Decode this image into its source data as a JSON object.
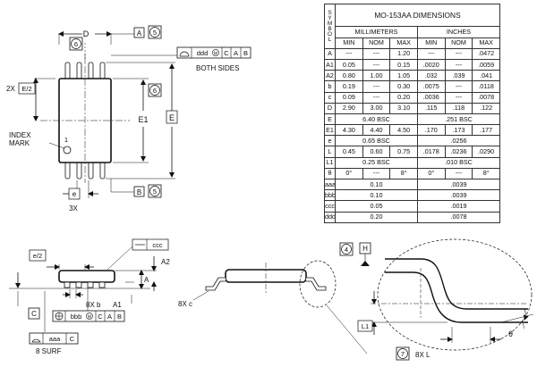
{
  "table": {
    "symbol_header": "SYMBOL",
    "title": "MO-153AA DIMENSIONS",
    "group_mm": "MILLIMETERS",
    "group_in": "INCHES",
    "sub_headers": [
      "MIN",
      "NOM",
      "MAX",
      "MIN",
      "NOM",
      "MAX"
    ],
    "rows": [
      {
        "sym": "A",
        "mm": [
          "---",
          "---",
          "1.20"
        ],
        "in": [
          "---",
          "---",
          ".0472"
        ]
      },
      {
        "sym": "A1",
        "mm": [
          "0.05",
          "---",
          "0.15"
        ],
        "in": [
          ".0020",
          "---",
          ".0059"
        ]
      },
      {
        "sym": "A2",
        "mm": [
          "0.80",
          "1.00",
          "1.05"
        ],
        "in": [
          ".032",
          ".039",
          ".041"
        ]
      },
      {
        "sym": "b",
        "mm": [
          "0.19",
          "---",
          "0.30"
        ],
        "in": [
          ".0075",
          "---",
          ".0118"
        ]
      },
      {
        "sym": "c",
        "mm": [
          "0.09",
          "---",
          "0.20"
        ],
        "in": [
          ".0036",
          "---",
          ".0078"
        ]
      },
      {
        "sym": "D",
        "mm": [
          "2.90",
          "3.00",
          "3.10"
        ],
        "in": [
          ".115",
          ".118",
          ".122"
        ]
      },
      {
        "sym": "E",
        "mm_span": "6.40 BSC",
        "in_span": ".251 BSC"
      },
      {
        "sym": "E1",
        "mm": [
          "4.30",
          "4.40",
          "4.50"
        ],
        "in": [
          ".170",
          ".173",
          ".177"
        ]
      },
      {
        "sym": "e",
        "mm_span": "0.65 BSC",
        "in_span": ".0256"
      },
      {
        "sym": "L",
        "mm": [
          "0.45",
          "0.60",
          "0.75"
        ],
        "in": [
          ".0178",
          ".0236",
          ".0290"
        ]
      },
      {
        "sym": "L1",
        "mm_span": "0.25 BSC",
        "in_span": ".010 BSC"
      },
      {
        "sym": "θ",
        "mm": [
          "0°",
          "---",
          "8°"
        ],
        "in": [
          "0°",
          "---",
          "8°"
        ]
      },
      {
        "sym": "aaa",
        "mm_span": "0.10",
        "in_span": ".0039"
      },
      {
        "sym": "bbb",
        "mm_span": "0.10",
        "in_span": ".0039"
      },
      {
        "sym": "ccc",
        "mm_span": "0.05",
        "in_span": ".0019"
      },
      {
        "sym": "ddd",
        "mm_span": "0.20",
        "in_span": ".0078"
      }
    ]
  },
  "top_view": {
    "dim_D": "D",
    "datum_A": "A",
    "note_5a": "5",
    "note_6a": "6",
    "ddd_frame": [
      "ddd",
      "M",
      "C",
      "A",
      "B"
    ],
    "both_sides": "BOTH SIDES",
    "dim_2x": "2X",
    "dim_E2": "E/2",
    "note_6b": "6",
    "dim_E1": "E1",
    "dim_E": "E",
    "index_mark": "INDEX MARK",
    "pin1": "1",
    "dim_e": "e",
    "dim_3x": "3X",
    "datum_B": "B",
    "note_5b": "5"
  },
  "side_view": {
    "dim_e2": "e/2",
    "ccc": "ccc",
    "dim_A2": "A2",
    "dim_A": "A",
    "dim_8xb": "8X b",
    "dim_A1": "A1",
    "datum_C": "C",
    "bbb_frame": [
      "bbb",
      "M",
      "C",
      "A",
      "B"
    ],
    "aaa_frame": [
      "aaa",
      "C"
    ],
    "surf": "8 SURF"
  },
  "end_view": {
    "dim_8xc": "8X c"
  },
  "detail": {
    "note_4": "4",
    "datum_H": "H",
    "dim_L1": "L1",
    "dim_theta": "θ",
    "note_7": "7",
    "dim_8xL": "8X L"
  }
}
